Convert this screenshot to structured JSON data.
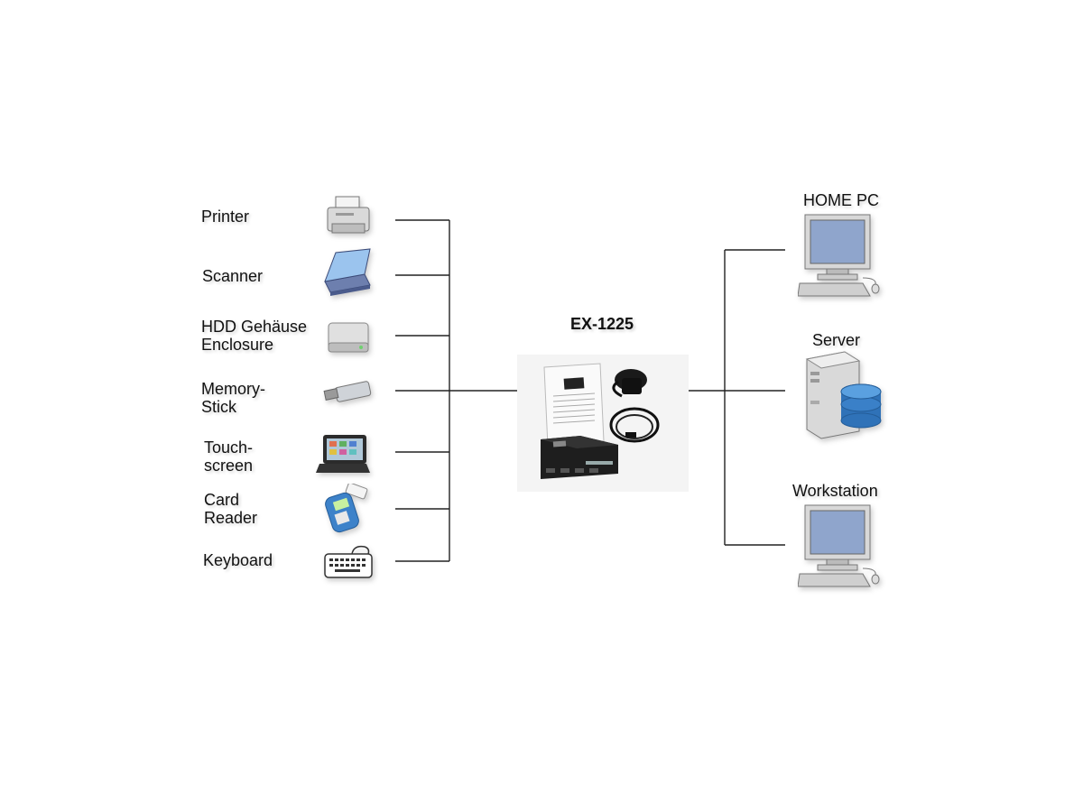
{
  "diagram": {
    "hub": {
      "label": "EX-1225"
    },
    "devices": [
      {
        "id": "printer",
        "label_lines": [
          "Printer"
        ],
        "icon": "printer-icon"
      },
      {
        "id": "scanner",
        "label_lines": [
          "Scanner"
        ],
        "icon": "scanner-icon"
      },
      {
        "id": "hdd",
        "label_lines": [
          "HDD Gehäuse",
          "Enclosure"
        ],
        "icon": "hdd-icon"
      },
      {
        "id": "memory",
        "label_lines": [
          "Memory-",
          "Stick"
        ],
        "icon": "usb-stick-icon"
      },
      {
        "id": "touch",
        "label_lines": [
          "Touch-",
          "screen"
        ],
        "icon": "touchscreen-icon"
      },
      {
        "id": "card",
        "label_lines": [
          "Card",
          "Reader"
        ],
        "icon": "card-reader-icon"
      },
      {
        "id": "keyboard",
        "label_lines": [
          "Keyboard"
        ],
        "icon": "keyboard-icon"
      }
    ],
    "hosts": [
      {
        "id": "home",
        "label": "HOME PC",
        "icon": "desktop-pc-icon"
      },
      {
        "id": "server",
        "label": "Server",
        "icon": "server-icon"
      },
      {
        "id": "workstation",
        "label": "Workstation",
        "icon": "desktop-pc-icon"
      }
    ],
    "colors": {
      "line": "#222222",
      "monitor_screen": "#8fa5cc",
      "device_body": "#cfcfcf",
      "database": "#2f72b8"
    }
  }
}
